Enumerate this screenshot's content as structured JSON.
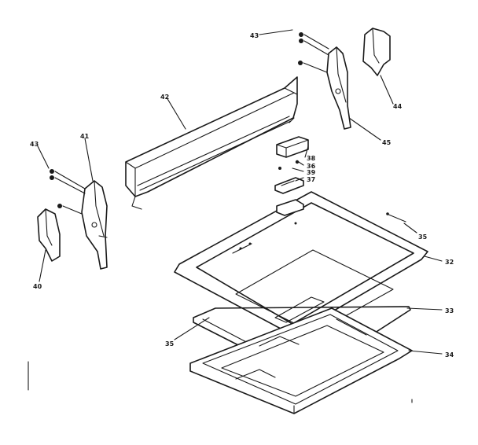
{
  "callouts": [
    {
      "id": "c43a",
      "text": "43"
    },
    {
      "id": "c44",
      "text": "44"
    },
    {
      "id": "c45",
      "text": "45"
    },
    {
      "id": "c42",
      "text": "42"
    },
    {
      "id": "c38",
      "text": "38"
    },
    {
      "id": "c36",
      "text": "36"
    },
    {
      "id": "c39",
      "text": "39"
    },
    {
      "id": "c37",
      "text": "37"
    },
    {
      "id": "c43b",
      "text": "43"
    },
    {
      "id": "c41",
      "text": "41"
    },
    {
      "id": "c40",
      "text": "40"
    },
    {
      "id": "c35a",
      "text": "35"
    },
    {
      "id": "c32",
      "text": "32"
    },
    {
      "id": "c33",
      "text": "33"
    },
    {
      "id": "c35b",
      "text": "35"
    },
    {
      "id": "c34",
      "text": "34"
    }
  ]
}
